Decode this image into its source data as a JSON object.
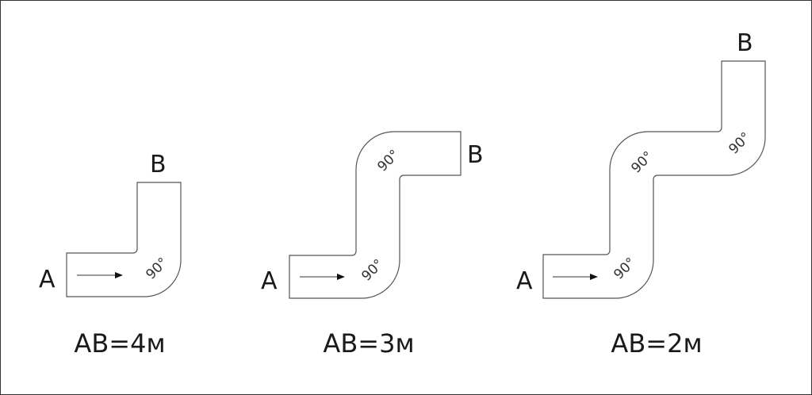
{
  "figures": [
    {
      "start": "A",
      "end": "B",
      "angles": [
        "90°"
      ],
      "caption": "AB=4м"
    },
    {
      "start": "A",
      "end": "B",
      "angles": [
        "90°",
        "90°"
      ],
      "caption": "AB=3м"
    },
    {
      "start": "A",
      "end": "B",
      "angles": [
        "90°",
        "90°",
        "90°"
      ],
      "caption": "AB=2м"
    }
  ]
}
